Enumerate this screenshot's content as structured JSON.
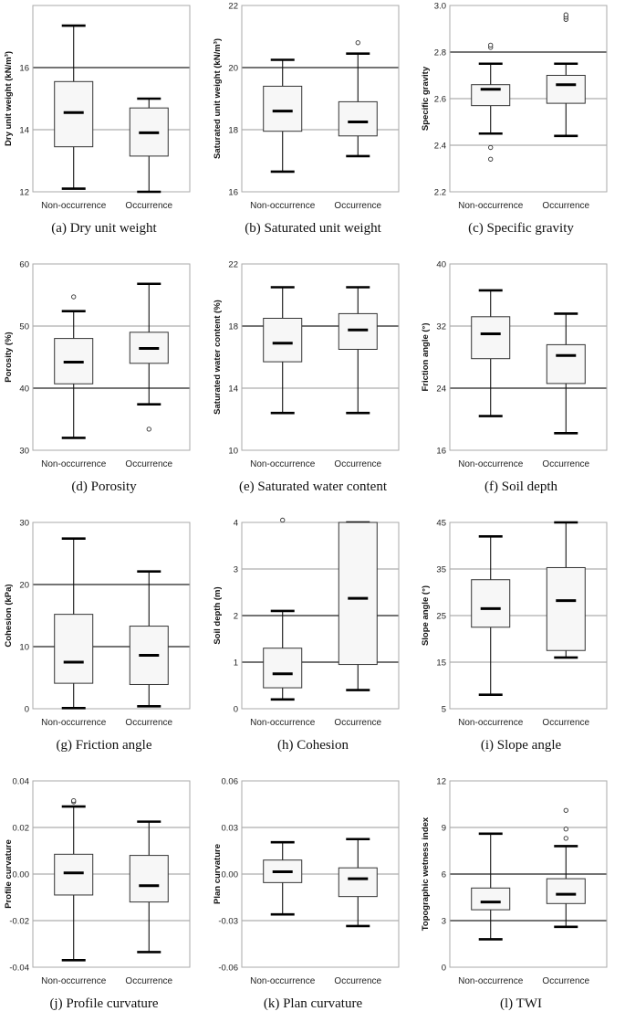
{
  "chart_data": [
    {
      "type": "box",
      "ylabel": "Dry unit weight (kN/m³)",
      "ylim": [
        12,
        18
      ],
      "yticks": [
        12,
        14,
        16
      ],
      "grid": [
        14,
        16
      ],
      "grid_dark": [
        16
      ],
      "categories": [
        "Non-occurrence",
        "Occurrence"
      ],
      "boxes": [
        {
          "whislo": 12.1,
          "q1": 13.45,
          "med": 14.55,
          "q3": 15.55,
          "whishi": 17.35,
          "fliers": []
        },
        {
          "whislo": 12.0,
          "q1": 13.15,
          "med": 13.9,
          "q3": 14.7,
          "whishi": 15.0,
          "fliers": []
        }
      ],
      "caption": "(a) Dry unit weight"
    },
    {
      "type": "box",
      "ylabel": "Saturated unit weight (kN/m³)",
      "ylim": [
        16,
        22
      ],
      "yticks": [
        16,
        18,
        20,
        22
      ],
      "grid": [
        18,
        20
      ],
      "grid_dark": [
        20
      ],
      "categories": [
        "Non-occurrence",
        "Occurrence"
      ],
      "boxes": [
        {
          "whislo": 16.65,
          "q1": 17.95,
          "med": 18.6,
          "q3": 19.4,
          "whishi": 20.25,
          "fliers": []
        },
        {
          "whislo": 17.15,
          "q1": 17.8,
          "med": 18.25,
          "q3": 18.9,
          "whishi": 20.45,
          "fliers": [
            20.8
          ]
        }
      ],
      "caption": "(b) Saturated unit weight"
    },
    {
      "type": "box",
      "ylabel": "Specific gravity",
      "ylim": [
        2.2,
        3.0
      ],
      "yticks": [
        2.2,
        2.4,
        2.6,
        2.8,
        3.0
      ],
      "grid": [
        2.4,
        2.6,
        2.8
      ],
      "grid_dark": [
        2.8
      ],
      "categories": [
        "Non-occurrence",
        "Occurrence"
      ],
      "boxes": [
        {
          "whislo": 2.45,
          "q1": 2.57,
          "med": 2.64,
          "q3": 2.66,
          "whishi": 2.75,
          "fliers": [
            2.82,
            2.83,
            2.39,
            2.34
          ]
        },
        {
          "whislo": 2.44,
          "q1": 2.58,
          "med": 2.66,
          "q3": 2.7,
          "whishi": 2.75,
          "fliers": [
            2.94,
            2.95,
            2.96
          ]
        }
      ],
      "caption": "(c) Specific gravity"
    },
    {
      "type": "box",
      "ylabel": "Porosity (%)",
      "ylim": [
        30,
        60
      ],
      "yticks": [
        30,
        40,
        50,
        60
      ],
      "grid": [
        40,
        50
      ],
      "grid_dark": [
        40
      ],
      "categories": [
        "Non-occurrence",
        "Occurrence"
      ],
      "boxes": [
        {
          "whislo": 32.0,
          "q1": 40.7,
          "med": 44.2,
          "q3": 48.0,
          "whishi": 52.4,
          "fliers": [
            54.7
          ]
        },
        {
          "whislo": 37.4,
          "q1": 44.0,
          "med": 46.4,
          "q3": 49.0,
          "whishi": 56.8,
          "fliers": [
            33.4
          ]
        }
      ],
      "caption": "(d) Porosity"
    },
    {
      "type": "box",
      "ylabel": "Saturated water content (%)",
      "ylim": [
        10,
        22
      ],
      "yticks": [
        10,
        14,
        18,
        22
      ],
      "grid": [
        14,
        18
      ],
      "grid_dark": [
        18
      ],
      "categories": [
        "Non-occurrence",
        "Occurrence"
      ],
      "boxes": [
        {
          "whislo": 12.4,
          "q1": 15.7,
          "med": 16.9,
          "q3": 18.5,
          "whishi": 20.5,
          "fliers": []
        },
        {
          "whislo": 12.4,
          "q1": 16.5,
          "med": 17.75,
          "q3": 18.8,
          "whishi": 20.5,
          "fliers": []
        }
      ],
      "caption": "(e) Saturated water content"
    },
    {
      "type": "box",
      "ylabel": "Friction angle (°)",
      "ylim": [
        16,
        40
      ],
      "yticks": [
        16,
        24,
        32,
        40
      ],
      "grid": [
        24,
        32
      ],
      "grid_dark": [
        24
      ],
      "categories": [
        "Non-occurrence",
        "Occurrence"
      ],
      "boxes": [
        {
          "whislo": 20.4,
          "q1": 27.8,
          "med": 31.0,
          "q3": 33.2,
          "whishi": 36.6,
          "fliers": []
        },
        {
          "whislo": 18.2,
          "q1": 24.6,
          "med": 28.2,
          "q3": 29.6,
          "whishi": 33.6,
          "fliers": []
        }
      ],
      "caption": "(f) Soil depth"
    },
    {
      "type": "box",
      "ylabel": "Cohesion (kPa)",
      "ylim": [
        0,
        30
      ],
      "yticks": [
        0,
        10,
        20,
        30
      ],
      "grid": [
        10,
        20
      ],
      "grid_dark": [
        10,
        20
      ],
      "categories": [
        "Non-occurrence",
        "Occurrence"
      ],
      "boxes": [
        {
          "whislo": 0.1,
          "q1": 4.1,
          "med": 7.5,
          "q3": 15.2,
          "whishi": 27.4,
          "fliers": []
        },
        {
          "whislo": 0.4,
          "q1": 3.9,
          "med": 8.6,
          "q3": 13.3,
          "whishi": 22.1,
          "fliers": []
        }
      ],
      "caption": "(g) Friction angle"
    },
    {
      "type": "box",
      "ylabel": "Soil depth (m)",
      "ylim": [
        0,
        4
      ],
      "yticks": [
        0,
        1,
        2,
        3,
        4
      ],
      "grid": [
        1,
        2,
        3
      ],
      "grid_dark": [
        1,
        2
      ],
      "categories": [
        "Non-occurrence",
        "Occurrence"
      ],
      "boxes": [
        {
          "whislo": 0.2,
          "q1": 0.45,
          "med": 0.75,
          "q3": 1.3,
          "whishi": 2.1,
          "fliers": [
            4.05
          ]
        },
        {
          "whislo": 0.4,
          "q1": 0.95,
          "med": 2.37,
          "q3": 4.0,
          "whishi": 4.0,
          "fliers": []
        }
      ],
      "caption": "(h) Cohesion"
    },
    {
      "type": "box",
      "ylabel": "Slope angle (°)",
      "ylim": [
        5,
        45
      ],
      "yticks": [
        5,
        15,
        25,
        35,
        45
      ],
      "grid": [
        15,
        25,
        35
      ],
      "grid_dark": [],
      "categories": [
        "Non-occurrence",
        "Occurrence"
      ],
      "boxes": [
        {
          "whislo": 8.0,
          "q1": 22.5,
          "med": 26.5,
          "q3": 32.7,
          "whishi": 42.0,
          "fliers": []
        },
        {
          "whislo": 16.0,
          "q1": 17.5,
          "med": 28.2,
          "q3": 35.3,
          "whishi": 45.0,
          "fliers": []
        }
      ],
      "caption": "(i) Slope angle"
    },
    {
      "type": "box",
      "ylabel": "Profile curvature",
      "ylim": [
        -0.04,
        0.04
      ],
      "yticks": [
        -0.04,
        -0.02,
        0.0,
        0.02,
        0.04
      ],
      "grid": [
        -0.02,
        0.0,
        0.02
      ],
      "grid_dark": [],
      "categories": [
        "Non-occurrence",
        "Occurrence"
      ],
      "boxes": [
        {
          "whislo": -0.037,
          "q1": -0.009,
          "med": 0.0005,
          "q3": 0.0085,
          "whishi": 0.029,
          "fliers": [
            0.031,
            0.0315
          ]
        },
        {
          "whislo": -0.0335,
          "q1": -0.012,
          "med": -0.005,
          "q3": 0.008,
          "whishi": 0.0225,
          "fliers": []
        }
      ],
      "caption": "(j) Profile curvature"
    },
    {
      "type": "box",
      "ylabel": "Plan curvature",
      "ylim": [
        -0.06,
        0.06
      ],
      "yticks": [
        -0.06,
        -0.03,
        0.0,
        0.03,
        0.06
      ],
      "grid": [
        -0.03,
        0.0,
        0.03
      ],
      "grid_dark": [],
      "categories": [
        "Non-occurrence",
        "Occurrence"
      ],
      "boxes": [
        {
          "whislo": -0.026,
          "q1": -0.0055,
          "med": 0.0015,
          "q3": 0.009,
          "whishi": 0.0205,
          "fliers": []
        },
        {
          "whislo": -0.0335,
          "q1": -0.0145,
          "med": -0.003,
          "q3": 0.004,
          "whishi": 0.0225,
          "fliers": []
        }
      ],
      "caption": "(k) Plan curvature"
    },
    {
      "type": "box",
      "ylabel": "Topographic wetness index",
      "ylim": [
        0,
        12
      ],
      "yticks": [
        0,
        3,
        6,
        9,
        12
      ],
      "grid": [
        3,
        6,
        9
      ],
      "grid_dark": [
        3,
        6
      ],
      "categories": [
        "Non-occurrence",
        "Occurrence"
      ],
      "boxes": [
        {
          "whislo": 1.8,
          "q1": 3.7,
          "med": 4.2,
          "q3": 5.1,
          "whishi": 8.6,
          "fliers": []
        },
        {
          "whislo": 2.6,
          "q1": 4.1,
          "med": 4.7,
          "q3": 5.7,
          "whishi": 7.8,
          "fliers": [
            8.3,
            8.9,
            10.1
          ]
        }
      ],
      "caption": "(l) TWI"
    }
  ]
}
